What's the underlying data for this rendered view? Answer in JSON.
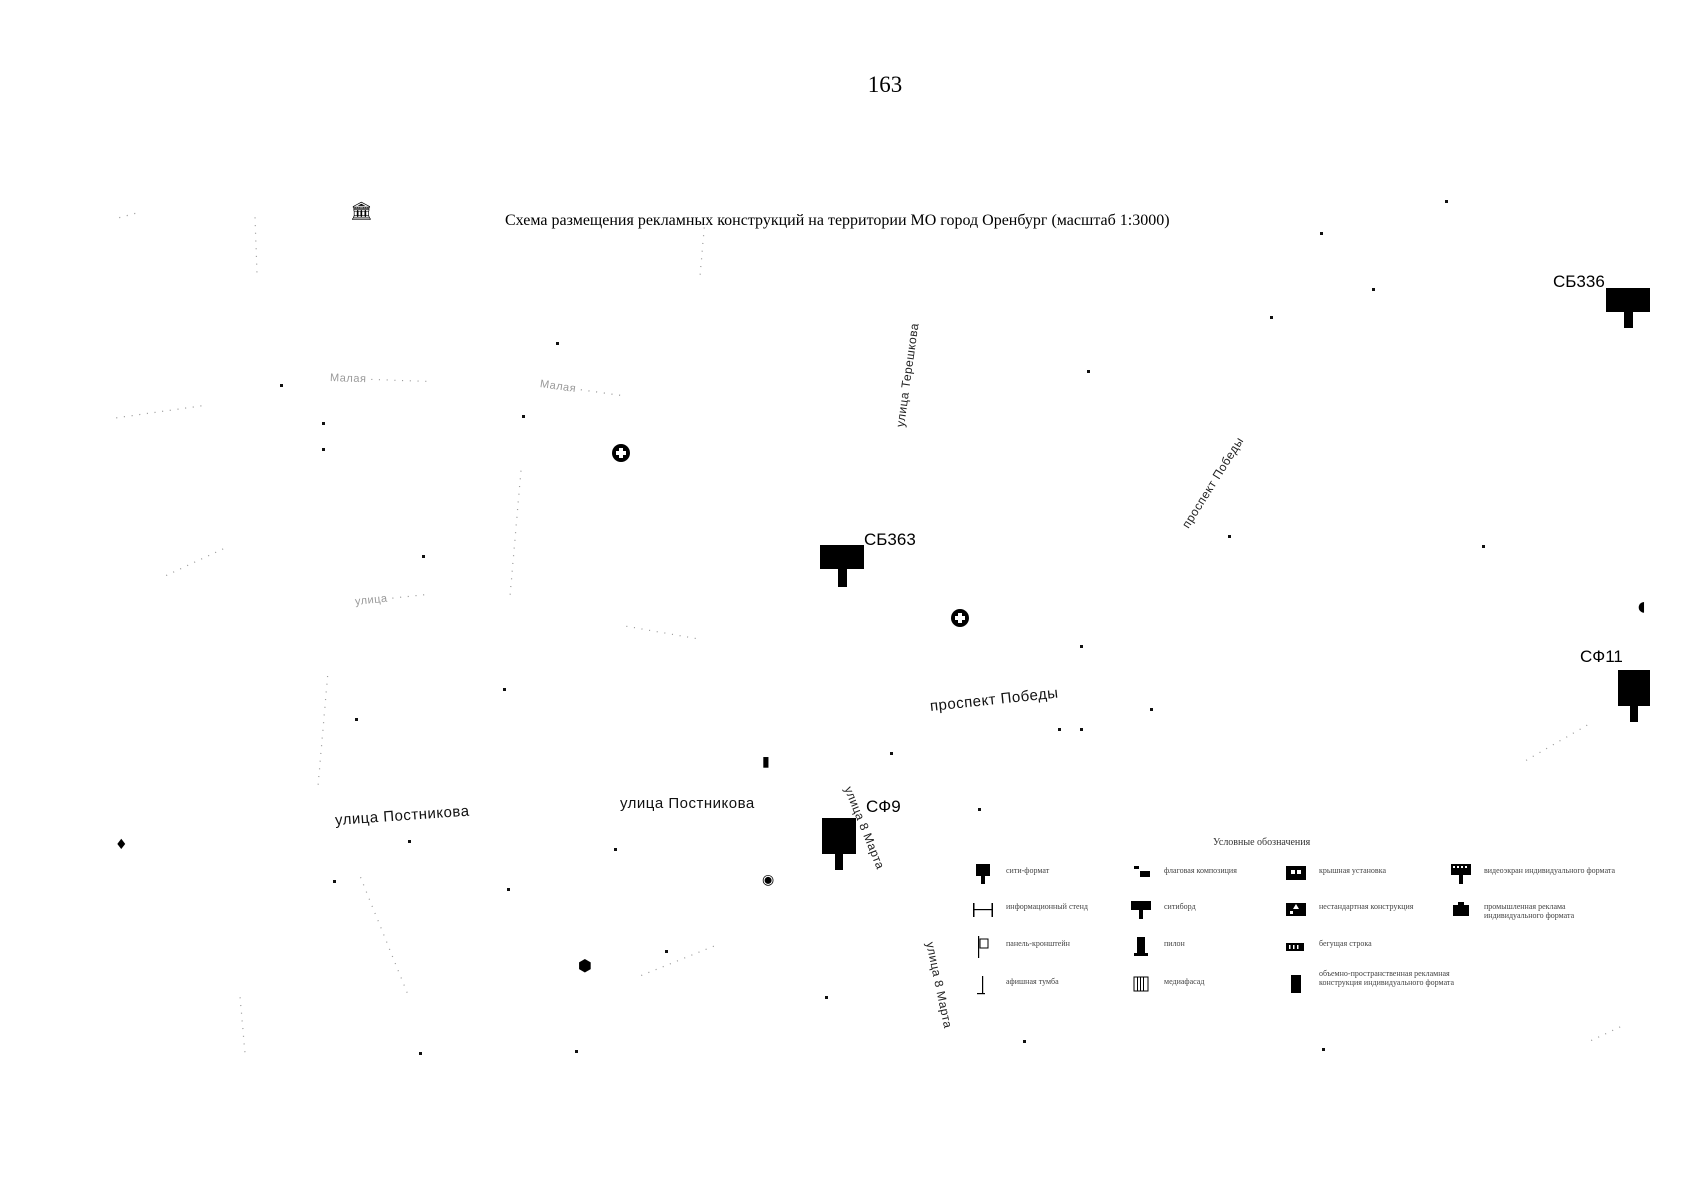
{
  "page": {
    "number": "163"
  },
  "map": {
    "title": "Схема размещения рекламных конструкций на территории МО город Оренбург (масштаб 1:3000)",
    "streets": [
      {
        "id": "pobedy-main",
        "text": "проспект Победы"
      },
      {
        "id": "pobedy-diag",
        "text": "проспект Победы"
      },
      {
        "id": "postnikova-1",
        "text": "улица Постникова"
      },
      {
        "id": "postnikova-2",
        "text": "улица Постникова"
      },
      {
        "id": "terpigoreva",
        "text": "улица Терешкова"
      },
      {
        "id": "8marta-1",
        "text": "улица 8 Марта"
      },
      {
        "id": "8marta-2",
        "text": "улица 8 Марта"
      },
      {
        "id": "malaya-1",
        "text": "Малая · · · · · · · ·"
      },
      {
        "id": "malaya-2",
        "text": "Малая · · · · · ·"
      },
      {
        "id": "ulitsa-left",
        "text": "улица · · · · ·"
      }
    ],
    "constructions": [
      {
        "id": "sb336",
        "code": "СБ336"
      },
      {
        "id": "sb363",
        "code": "СБ363"
      },
      {
        "id": "sf11",
        "code": "СФ11"
      },
      {
        "id": "sf9",
        "code": "СФ9"
      }
    ]
  },
  "legend": {
    "title": "Условные обозначения",
    "items": [
      {
        "id": "citiformat",
        "label": "сити-формат",
        "icon": "citiformat-icon"
      },
      {
        "id": "flag",
        "label": "флаговая композиция",
        "icon": "flag-icon"
      },
      {
        "id": "roof",
        "label": "крышная установка",
        "icon": "roof-installation-icon"
      },
      {
        "id": "videoscreen",
        "label": "видеоэкран индивидуального формата",
        "icon": "video-screen-icon"
      },
      {
        "id": "infostand",
        "label": "информационный стенд",
        "icon": "info-stand-icon"
      },
      {
        "id": "billboard",
        "label": "ситиборд",
        "icon": "billboard-icon"
      },
      {
        "id": "nonstandard",
        "label": "нестандартная конструкция",
        "icon": "nonstandard-icon"
      },
      {
        "id": "promo",
        "label": "промышленная реклама индивидуального формата",
        "icon": "promo-icon"
      },
      {
        "id": "bracket",
        "label": "панель-кронштейн",
        "icon": "bracket-panel-icon"
      },
      {
        "id": "pillar",
        "label": "пилон",
        "icon": "pillar-icon"
      },
      {
        "id": "running",
        "label": "бегущая строка",
        "icon": "running-line-icon"
      },
      {
        "id": "poster",
        "label": "афишная тумба",
        "icon": "poster-stand-icon"
      },
      {
        "id": "mediafacade",
        "label": "медиафасад",
        "icon": "media-facade-icon"
      },
      {
        "id": "freestanding",
        "label": "объемно-пространственная рекламная конструкция индивидуального формата",
        "icon": "freestanding-icon"
      }
    ]
  },
  "colors": {
    "ink": "#000000",
    "background": "#ffffff"
  }
}
